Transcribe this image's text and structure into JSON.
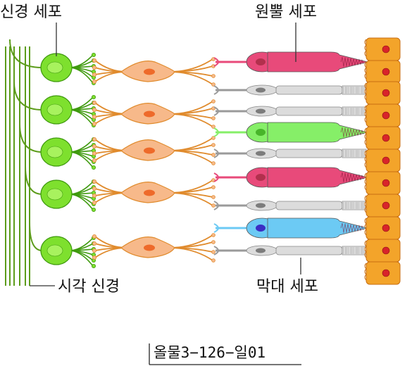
{
  "labels": {
    "ganglion_cell": "신경 세포",
    "cone_cell": "원뿔 세포",
    "optic_nerve": "시각 신경",
    "rod_cell": "막대 세포"
  },
  "figure_code": "올물3−126−일01",
  "photoreceptor_rows": [
    "cone",
    "rod",
    "rod",
    "cone",
    "rod",
    "cone",
    "rod",
    "cone",
    "rod"
  ],
  "colors": {
    "ganglion": "#7ee02e",
    "ganglion_dark": "#3f9a0e",
    "ganglion_nucleus": "#a8f25e",
    "optic_fiber": "#5c9c1a",
    "bipolar": "#f7b98a",
    "bipolar_axon": "#e08b2d",
    "bipolar_nucleus": "#ee6a2a",
    "cone_red": "#e84a7a",
    "cone_red_nucleus": "#b2304d",
    "cone_green": "#86ef68",
    "cone_green_nucleus": "#48b52a",
    "cone_blue": "#6ccaf4",
    "cone_blue_nucleus": "#3b2ec4",
    "rod": "#dcdcdc",
    "rod_nucleus": "#7c7c7c",
    "pigment": "#f3a42a",
    "pigment_dark": "#c86e12",
    "pigment_nucleus": "#d8242a"
  }
}
